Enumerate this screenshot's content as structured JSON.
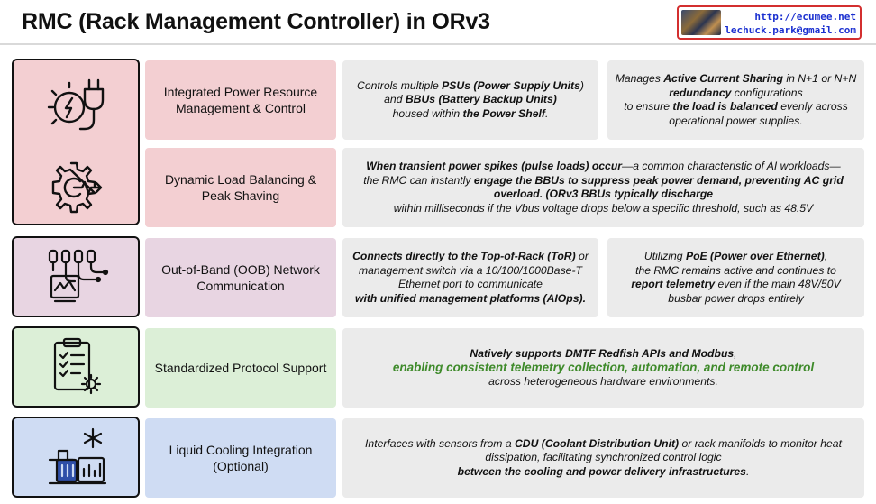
{
  "title": "RMC (Rack Management Controller) in ORv3",
  "badge": {
    "url": "http://ecumee.net",
    "email": "lechuck.park@gmail.com"
  },
  "colors": {
    "power": "#f3cfd2",
    "network": "#e8d5e2",
    "protocol": "#dcefd7",
    "cooling": "#cfdcf3",
    "cell": "#ebebeb",
    "highlight": "#3e8a2a",
    "badge_border": "#d32f2f"
  },
  "icons": {
    "power": "power-plug-lightning-icon",
    "balancing": "gear-pulse-arrow-icon",
    "network": "network-switch-icon",
    "protocol": "clipboard-checklist-gear-icon",
    "cooling": "coolant-pump-snowflake-icon"
  },
  "rows": {
    "power": {
      "label": "Integrated Power Resource Management & Control",
      "left": [
        "Controls multiple ",
        "PSUs (Power Supply Units",
        ")",
        "and ",
        "BBUs (Battery Backup Units)",
        "housed within ",
        "the Power Shelf",
        "."
      ],
      "right": [
        "Manages ",
        "Active Current Sharing",
        " in N+1 or N+N",
        "redundancy",
        " configurations",
        "to ensure ",
        "the load is balanced",
        " evenly across",
        "operational power supplies."
      ]
    },
    "balancing": {
      "label": "Dynamic Load Balancing & Peak Shaving",
      "text": [
        "When transient power spikes (pulse loads) occur",
        "—a common characteristic of AI workloads—",
        "the RMC can instantly ",
        "engage the BBUs to suppress peak power demand, preventing AC grid",
        "overload. (ORv3 BBUs typically discharge",
        "within milliseconds if the Vbus voltage drops below a specific threshold, such as 48.5V"
      ]
    },
    "network": {
      "label": "Out-of-Band (OOB) Network Communication",
      "left": [
        "Connects directly to the Top-of-Rack (ToR)",
        " or",
        "management switch via a 10/100/1000Base-T",
        "Ethernet port to communicate",
        "with unified management platforms (AIOps)."
      ],
      "right": [
        "Utilizing ",
        "PoE (Power over Ethernet)",
        ",",
        "the RMC remains active and continues to",
        "report telemetry",
        " even if the main 48V/50V",
        "busbar power drops entirely"
      ]
    },
    "protocol": {
      "label": "Standardized Protocol Support",
      "text": [
        "Natively supports DMTF Redfish APIs and Modbus",
        ",",
        "enabling consistent telemetry collection, automation, and remote control",
        "across heterogeneous hardware environments."
      ]
    },
    "cooling": {
      "label": "Liquid Cooling Integration (Optional)",
      "text": [
        "Interfaces with sensors from a ",
        "CDU (Coolant Distribution Unit)",
        " or rack manifolds to monitor heat",
        "dissipation, facilitating synchronized control logic",
        "between the cooling and power delivery infrastructures",
        "."
      ]
    }
  }
}
